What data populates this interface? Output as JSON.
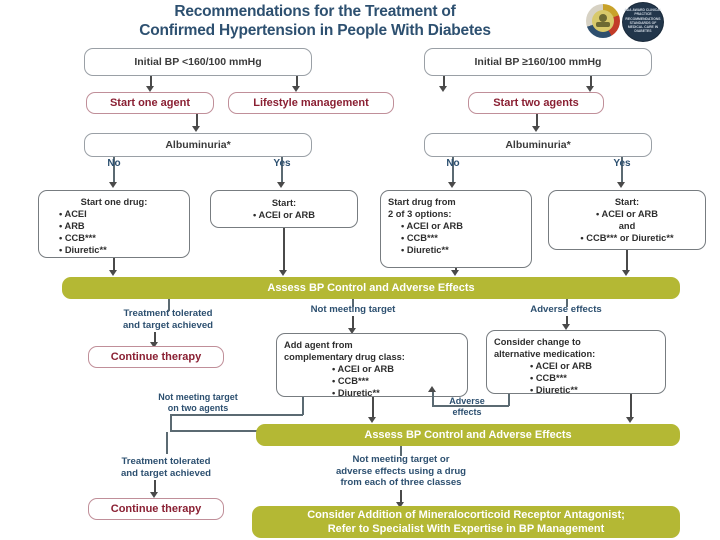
{
  "header": {
    "title_line1": "Recommendations for the Treatment of",
    "title_line2": "Confirmed Hypertension in People With Diabetes",
    "title_color": "#2d5070",
    "logo_primary": "ada-seal-icon",
    "logo_secondary": "clinical-practice-recommendations-seal-icon",
    "logo_secondary_text": "ADA AWARD CLINICAL PRACTICE RECOMMENDATIONS STANDARDS OF MEDICAL CARE IN DIABETES"
  },
  "colors": {
    "olive": "#b4b834",
    "maroon": "#8a2033",
    "pink_border": "#c08f99",
    "blue_label": "#2d5070",
    "grey_border": "#9aa0a6"
  },
  "nodes": {
    "initial_bp_low": "Initial BP <160/100 mmHg",
    "initial_bp_high": "Initial BP ≥160/100 mmHg",
    "start_one_agent": "Start one agent",
    "lifestyle_management": "Lifestyle management",
    "start_two_agents": "Start two agents",
    "albuminuria_left": "Albuminuria*",
    "albuminuria_right": "Albuminuria*",
    "assess_bp_1": "Assess BP Control and Adverse Effects",
    "assess_bp_2": "Assess BP Control and Adverse Effects",
    "continue_therapy_1": "Continue therapy",
    "continue_therapy_2": "Continue therapy",
    "mra_line1": "Consider Addition of Mineralocorticoid Receptor Antagonist;",
    "mra_line2": "Refer to Specialist With Expertise in BP Management"
  },
  "detail_boxes": {
    "start_one_drug": {
      "header": "Start one drug:",
      "bullets": [
        "• ACEI",
        "• ARB",
        "• CCB***",
        "• Diuretic**"
      ]
    },
    "start_acei_arb": {
      "header": "Start:",
      "bullets": [
        "• ACEI or ARB"
      ]
    },
    "start_two_of_three": {
      "header_line1": "Start drug from",
      "header_line2": "2 of 3 options:",
      "bullets": [
        "• ACEI or ARB",
        "• CCB***",
        "• Diuretic**"
      ]
    },
    "start_combo": {
      "header": "Start:",
      "bullets": [
        "• ACEI or ARB",
        "and",
        "• CCB*** or Diuretic**"
      ]
    },
    "add_agent": {
      "header_line1": "Add agent from",
      "header_line2": "complementary drug class:",
      "bullets": [
        "• ACEI or ARB",
        "• CCB***",
        "• Diuretic**"
      ]
    },
    "consider_change": {
      "header_line1": "Consider change to",
      "header_line2": "alternative medication:",
      "bullets": [
        "• ACEI or ARB",
        "• CCB***",
        "• Diuretic**"
      ]
    }
  },
  "edge_labels": {
    "no_left": "No",
    "yes_left": "Yes",
    "no_right": "No",
    "yes_right": "Yes",
    "treatment_tolerated_1_l1": "Treatment tolerated",
    "treatment_tolerated_1_l2": "and target achieved",
    "not_meeting_target_1": "Not meeting target",
    "adverse_effects_1": "Adverse effects",
    "not_meeting_two_agents_l1": "Not meeting target",
    "not_meeting_two_agents_l2": "on two agents",
    "adverse_effects_2_l1": "Adverse",
    "adverse_effects_2_l2": "effects",
    "treatment_tolerated_2_l1": "Treatment tolerated",
    "treatment_tolerated_2_l2": "and target achieved",
    "not_meeting_three_l1": "Not meeting target or",
    "not_meeting_three_l2": "adverse effects using a drug",
    "not_meeting_three_l3": "from each of three classes"
  }
}
